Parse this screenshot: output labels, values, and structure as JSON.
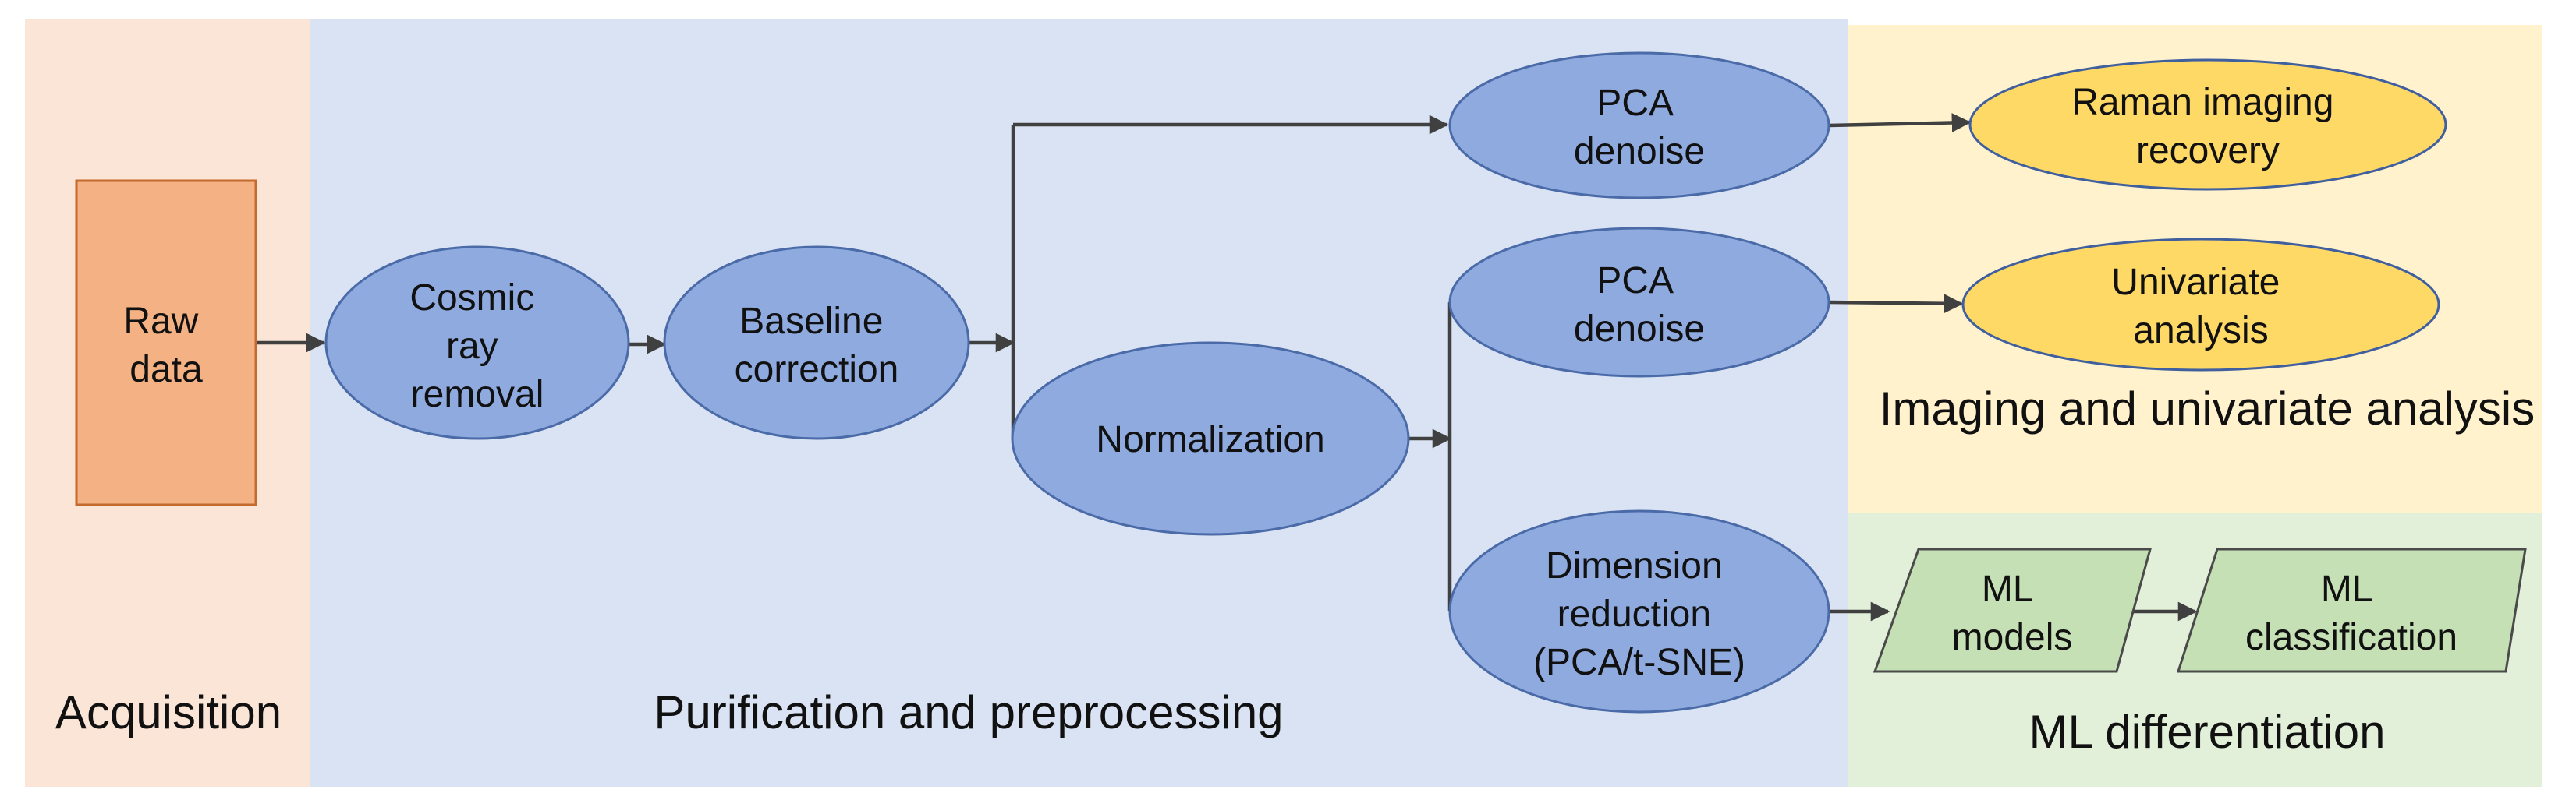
{
  "regions": {
    "acquisition": {
      "label": "Acquisition",
      "color": "#fbe5d6"
    },
    "purification": {
      "label": "Purification and preprocessing",
      "color": "#dae3f3"
    },
    "imaging": {
      "label": "Imaging and univariate analysis",
      "color": "#fff2cc"
    },
    "ml": {
      "label": "ML differentiation",
      "color": "#e2f0d9"
    }
  },
  "nodes": {
    "raw_data": [
      "Raw",
      "data"
    ],
    "cosmic_ray_removal": [
      "Cosmic",
      "ray",
      "removal"
    ],
    "baseline_correction": [
      "Baseline",
      "correction"
    ],
    "normalization": [
      "Normalization"
    ],
    "pca_denoise_top": [
      "PCA",
      "denoise"
    ],
    "pca_denoise_mid": [
      "PCA",
      "denoise"
    ],
    "dimension_reduction": [
      "Dimension",
      "reduction",
      "(PCA/t-SNE)"
    ],
    "raman_imaging_recovery": [
      "Raman imaging",
      "recovery"
    ],
    "univariate_analysis": [
      "Univariate",
      "analysis"
    ],
    "ml_models": [
      "ML",
      "models"
    ],
    "ml_classification": [
      "ML",
      "classification"
    ]
  },
  "colors": {
    "process_node": "#8eaadf",
    "output_node": "#ffd966",
    "ml_node": "#c5e0b4",
    "raw_node": "#f4b183",
    "connector": "#404040"
  }
}
